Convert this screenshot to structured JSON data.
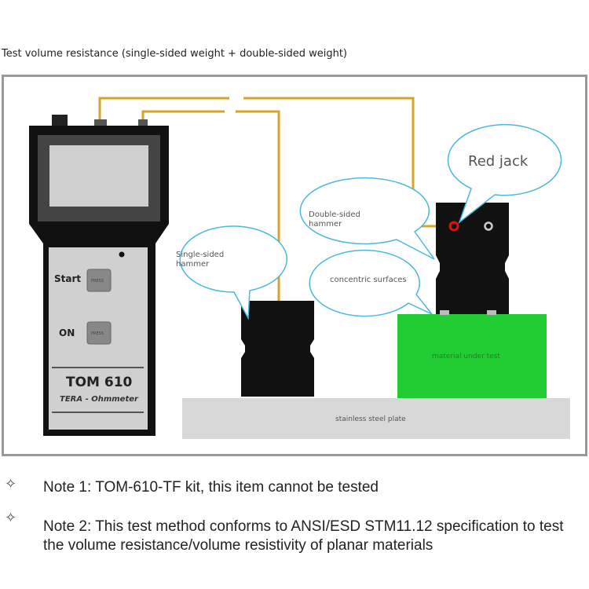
{
  "title": "Test volume resistance (single-sided weight + double-sided weight)",
  "device": {
    "start_label": "Start",
    "on_label": "ON",
    "button_text": "PRESS",
    "model": "TOM 610",
    "subtitle": "TERA - Ohmmeter"
  },
  "callouts": {
    "red_jack": "Red jack",
    "double_hammer": "Double-sided hammer",
    "single_hammer": "Single-sided hammer",
    "concentric": "concentric surfaces"
  },
  "labels": {
    "material": "material under test",
    "plate": "stainless steel plate"
  },
  "notes": [
    "Note 1: TOM-610-TF kit, this item cannot be tested",
    "Note 2: This test method conforms to ANSI/ESD STM11.12 specification to test the volume resistance/volume resistivity of planar materials"
  ],
  "colors": {
    "wire": "#d4a52a",
    "material": "#22cc33",
    "plate": "#d8d8d8",
    "callout": "#4ab8e0",
    "jack": "#dd1111"
  }
}
